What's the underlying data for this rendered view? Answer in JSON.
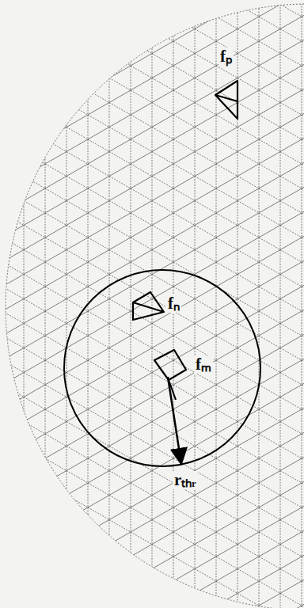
{
  "diagram": {
    "labels": [
      "fₚ",
      "fₙ",
      "fₘ",
      "rₜₕᵣ"
    ]
  }
}
